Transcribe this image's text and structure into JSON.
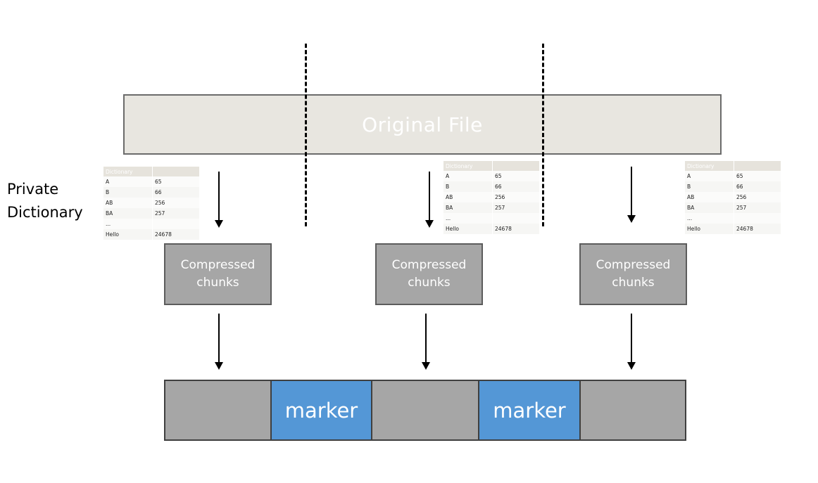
{
  "original_file": {
    "label": "Original File"
  },
  "private_dictionary": {
    "label_line1": "Private",
    "label_line2": "Dictionary"
  },
  "dictionary_table": {
    "header": "Dictionary",
    "rows": [
      {
        "key": "A",
        "value": "65"
      },
      {
        "key": "B",
        "value": "66"
      },
      {
        "key": "AB",
        "value": "256"
      },
      {
        "key": "BA",
        "value": "257"
      },
      {
        "key": "...",
        "value": ""
      },
      {
        "key": "Hello",
        "value": "24678"
      }
    ]
  },
  "chunks": [
    {
      "label": "Compressed\nchunks"
    },
    {
      "label": "Compressed\nchunks"
    },
    {
      "label": "Compressed\nchunks"
    }
  ],
  "output": {
    "segments": [
      {
        "type": "chunk",
        "label": ""
      },
      {
        "type": "marker",
        "label": "marker"
      },
      {
        "type": "chunk",
        "label": ""
      },
      {
        "type": "marker",
        "label": "marker"
      },
      {
        "type": "chunk",
        "label": ""
      }
    ]
  },
  "colors": {
    "original_file_fill": "#e8e6e0",
    "chunk_fill": "#a6a6a6",
    "marker_fill": "#5497d6"
  }
}
